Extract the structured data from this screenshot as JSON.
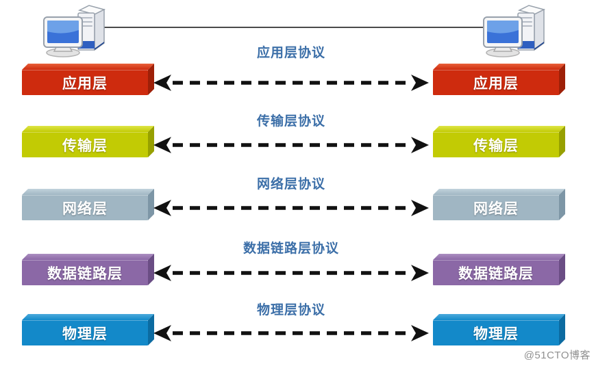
{
  "diagram": {
    "description_watermark": "@51CTO博客",
    "label_color": "#3C6FA8",
    "arrow_color": "#111111",
    "hosts": {
      "left": "computer",
      "right": "computer"
    },
    "layers": [
      {
        "name": "应用层",
        "protocol": "应用层协议",
        "color": "#CE2B0E",
        "color_light": "#E8603A",
        "color_dark": "#9E2008"
      },
      {
        "name": "传输层",
        "protocol": "传输层协议",
        "color": "#C2CB04",
        "color_light": "#DEE547",
        "color_dark": "#97A000"
      },
      {
        "name": "网络层",
        "protocol": "网络层协议",
        "color": "#A0B6C3",
        "color_light": "#C2D3DC",
        "color_dark": "#7D96A6"
      },
      {
        "name": "数据链路层",
        "protocol": "数据链路层协议",
        "color": "#8B68A6",
        "color_light": "#AB8EC0",
        "color_dark": "#6A4D84"
      },
      {
        "name": "物理层",
        "protocol": "物理层协议",
        "color": "#1389C9",
        "color_light": "#4BAADC",
        "color_dark": "#0C6BA1"
      }
    ]
  }
}
